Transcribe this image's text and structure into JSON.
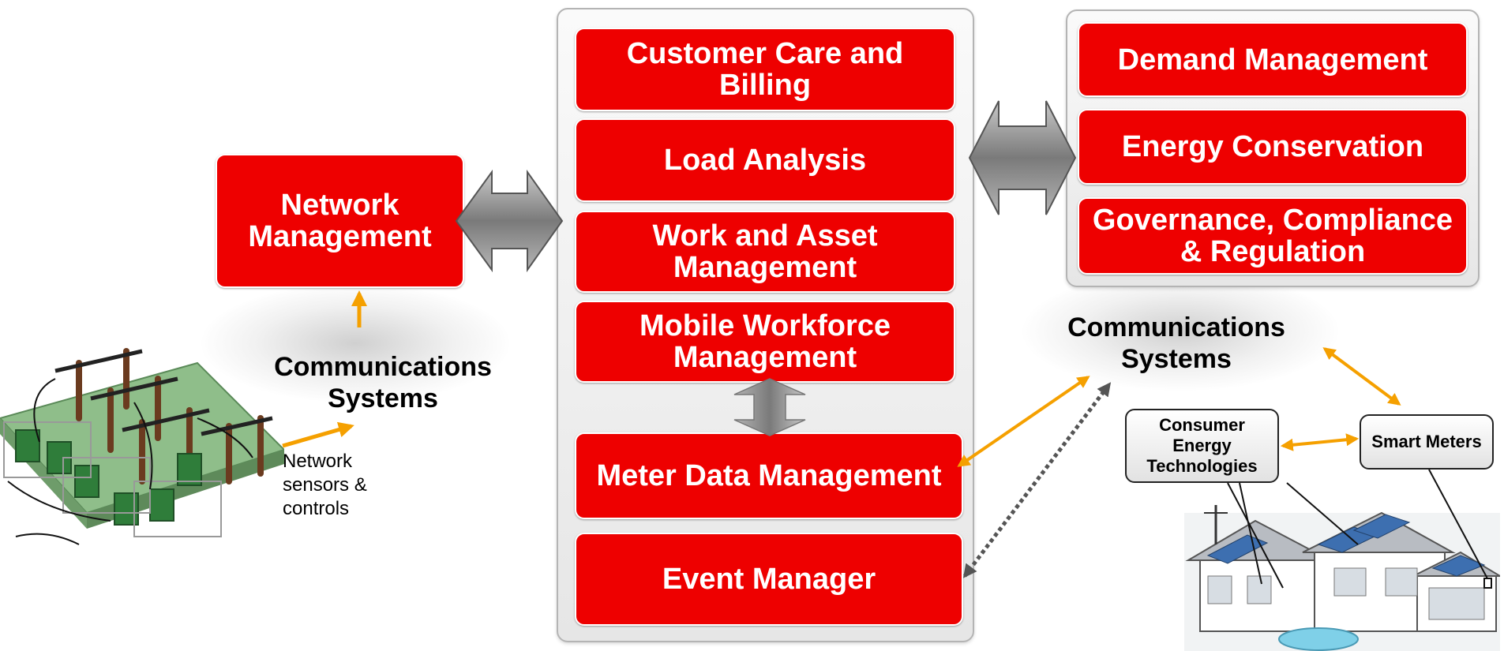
{
  "center_column": [
    "Customer Care and Billing",
    "Load Analysis",
    "Work and Asset Management",
    "Mobile Workforce Management",
    "Meter Data Management",
    "Event Manager"
  ],
  "right_panel": [
    "Demand Management",
    "Energy Conservation",
    "Governance, Compliance & Regulation"
  ],
  "network_management": "Network Management",
  "comm_left": "Communications Systems",
  "comm_right": "Communications Systems",
  "network_sensors": "Network sensors & controls",
  "consumer_energy": "Consumer Energy Technologies",
  "smart_meters": "Smart Meters",
  "colors": {
    "box_red": "#ee0000",
    "arrow_orange": "#f5a000",
    "arrow_gray": "#7a7a7a"
  }
}
